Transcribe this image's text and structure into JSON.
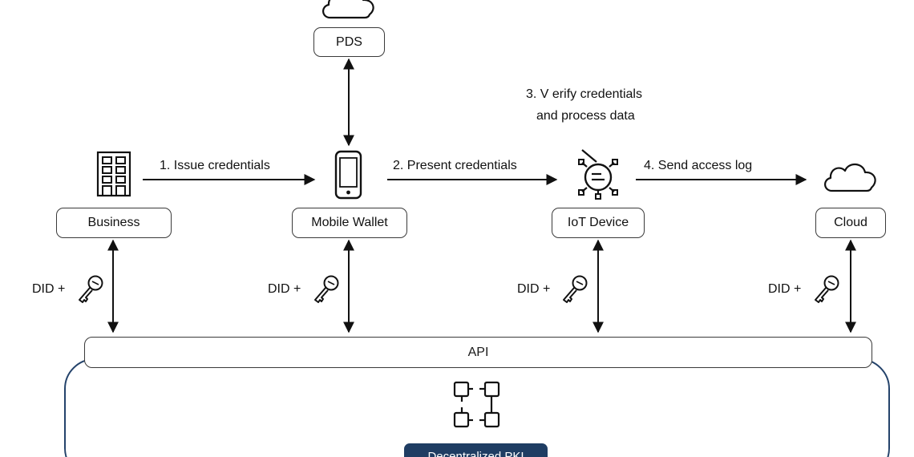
{
  "nodes": {
    "pds": "PDS",
    "business": "Business",
    "mobile_wallet": "Mobile Wallet",
    "iot_device": "IoT Device",
    "cloud": "Cloud",
    "api": "API",
    "pki": "Decentralized PKI"
  },
  "edges": {
    "issue": "1. Issue credentials",
    "present": "2. Present credentials",
    "verify_line1": "3. V erify credentials",
    "verify_line2": "and process data",
    "send_log": "4. Send access log"
  },
  "did_label": "DID +",
  "icons": [
    "cloud-icon",
    "building-icon",
    "smartphone-icon",
    "iot-sensor-icon",
    "key-icon",
    "blockchain-icon"
  ],
  "colors": {
    "line": "#111111",
    "pki_border": "#24436b",
    "pki_tag": "#1f3d63"
  }
}
